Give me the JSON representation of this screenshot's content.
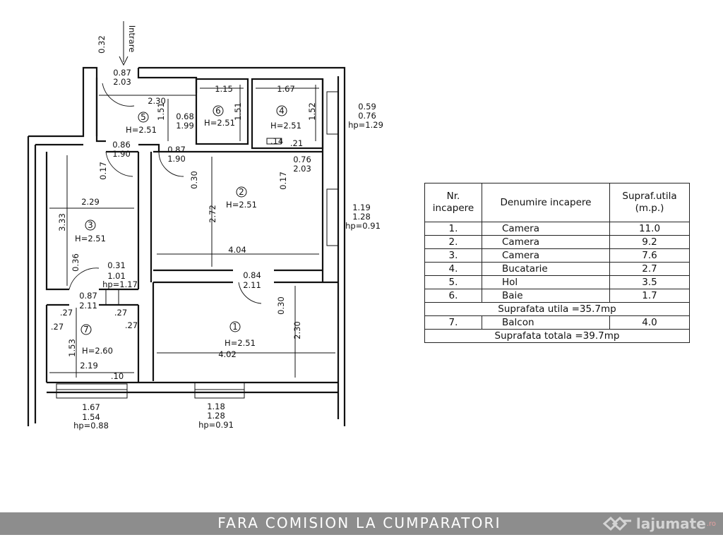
{
  "plan": {
    "rooms": [
      {
        "num": "1",
        "height": "H=2.51"
      },
      {
        "num": "2",
        "height": "H=2.51"
      },
      {
        "num": "3",
        "height": "H=2.51"
      },
      {
        "num": "4",
        "height": "H=2.51"
      },
      {
        "num": "5",
        "height": "H=2.51"
      },
      {
        "num": "6",
        "height": "H=2.51"
      },
      {
        "num": "7",
        "height": "H=2.60"
      }
    ],
    "entry_label": "Intrare",
    "dimensions": [
      "0.32",
      "0.87",
      "2.03",
      "2.30",
      "1.51",
      "0.68",
      "1.99",
      "1.15",
      "1.51",
      "1.67",
      "1.52",
      "0.59",
      "0.76",
      "hp=1.29",
      "0.86",
      "1.90",
      "0.17",
      "0.87",
      "1.90",
      "0.30",
      ".14",
      ".21",
      "0.76",
      "2.03",
      "0.17",
      "2.29",
      "3.33",
      "2.72",
      "1.19",
      "1.28",
      "hp=0.91",
      "4.04",
      "0.36",
      "0.31",
      "1.01",
      "hp=1.17",
      "0.84",
      "2.11",
      "0.87",
      "2.11",
      ".27",
      ".27",
      ".27",
      ".27",
      "0.30",
      "2.30",
      "1.53",
      "4.02",
      "2.19",
      ".10",
      "1.67",
      "1.54",
      "hp=0.88",
      "1.18",
      "1.28",
      "hp=0.91"
    ]
  },
  "table": {
    "headers": [
      "Nr. incapere",
      "Denumire incapere",
      "Supraf.utila (m.p.)"
    ],
    "rows": [
      {
        "nr": "1.",
        "name": "Camera",
        "area": "11.0"
      },
      {
        "nr": "2.",
        "name": "Camera",
        "area": "9.2"
      },
      {
        "nr": "3.",
        "name": "Camera",
        "area": "7.6"
      },
      {
        "nr": "4.",
        "name": "Bucatarie",
        "area": "2.7"
      },
      {
        "nr": "5.",
        "name": "Hol",
        "area": "3.5"
      },
      {
        "nr": "6.",
        "name": "Baie",
        "area": "1.7"
      }
    ],
    "subtotal": "Suprafata utila =35.7mp",
    "balcony": {
      "nr": "7.",
      "name": "Balcon",
      "area": "4.0"
    },
    "total": "Suprafata totala =39.7mp"
  },
  "banner": {
    "text": "FARA COMISION LA CUMPARATORI",
    "watermark": "lajumate",
    "watermark_suffix": ".ro",
    "bg_color": "#8d8d8d"
  }
}
